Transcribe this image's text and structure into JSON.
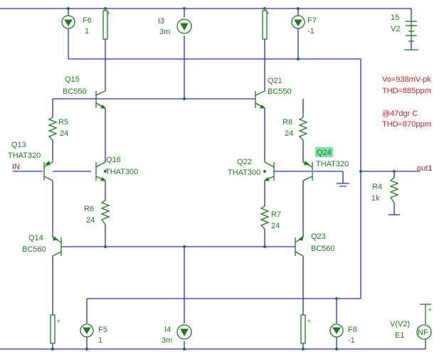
{
  "components": {
    "F6": {
      "name": "F6",
      "value": "1"
    },
    "I3": {
      "name": "I3",
      "value": "3m"
    },
    "F7": {
      "name": "F7",
      "value": "-1"
    },
    "V2": {
      "name": "V2",
      "value": "15"
    },
    "Q15": {
      "name": "Q15",
      "model": "BC550"
    },
    "Q21": {
      "name": "Q21",
      "model": "BC550"
    },
    "R5": {
      "name": "R5",
      "value": "24"
    },
    "R8": {
      "name": "R8",
      "value": "24"
    },
    "Q13": {
      "name": "Q13",
      "model": "THAT320"
    },
    "Q16": {
      "name": "Q16",
      "model": "THAT300"
    },
    "Q22": {
      "name": "Q22",
      "model": "THAT300"
    },
    "Q24": {
      "name": "Q24",
      "model": "THAT320"
    },
    "R6": {
      "name": "R6",
      "value": "24"
    },
    "R7": {
      "name": "R7",
      "value": "24"
    },
    "R4": {
      "name": "R4",
      "value": "1k"
    },
    "Q14": {
      "name": "Q14",
      "model": "BC560"
    },
    "Q23": {
      "name": "Q23",
      "model": "BC560"
    },
    "F5": {
      "name": "F5",
      "value": "1"
    },
    "I4": {
      "name": "I4",
      "value": "3m"
    },
    "F8": {
      "name": "F8",
      "value": "-1"
    },
    "E1": {
      "name": "E1",
      "value": "V(V2)",
      "symbol": "NF"
    }
  },
  "nets": {
    "input": "IN",
    "output": "out1"
  },
  "annotations": {
    "vo": "Vo=938mV-pk",
    "thd1": "THD=885ppm",
    "temp": "@47dgr C",
    "thd2": "THD=870ppm"
  },
  "plus_sign": "+",
  "colors": {
    "wire": "#2a2ad4",
    "component": "#1f7a1f",
    "annotation": "#d42020",
    "highlight": "#7fe3a8"
  }
}
